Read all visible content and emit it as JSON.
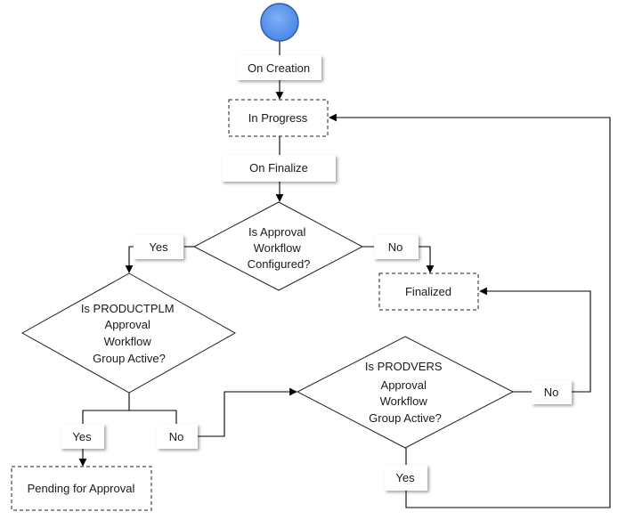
{
  "diagram": {
    "start_color": "#4a86e8",
    "nodes": {
      "on_creation": "On Creation",
      "in_progress": "In Progress",
      "on_finalize": "On Finalize",
      "is_approval_configured": [
        "Is Approval",
        "Workflow",
        "Configured?"
      ],
      "yes_1": "Yes",
      "no_1": "No",
      "finalized": "Finalized",
      "is_productplm_active": [
        "Is PRODUCTPLM",
        "Approval",
        "Workflow",
        "Group Active?"
      ],
      "is_prodvers_active": [
        "Is PRODVERS",
        "Approval",
        "Workflow",
        "Group Active?"
      ],
      "no_2": "No",
      "yes_2": "Yes",
      "no_3": "No",
      "pending_for_approval": "Pending for Approval",
      "yes_3": "Yes"
    }
  }
}
